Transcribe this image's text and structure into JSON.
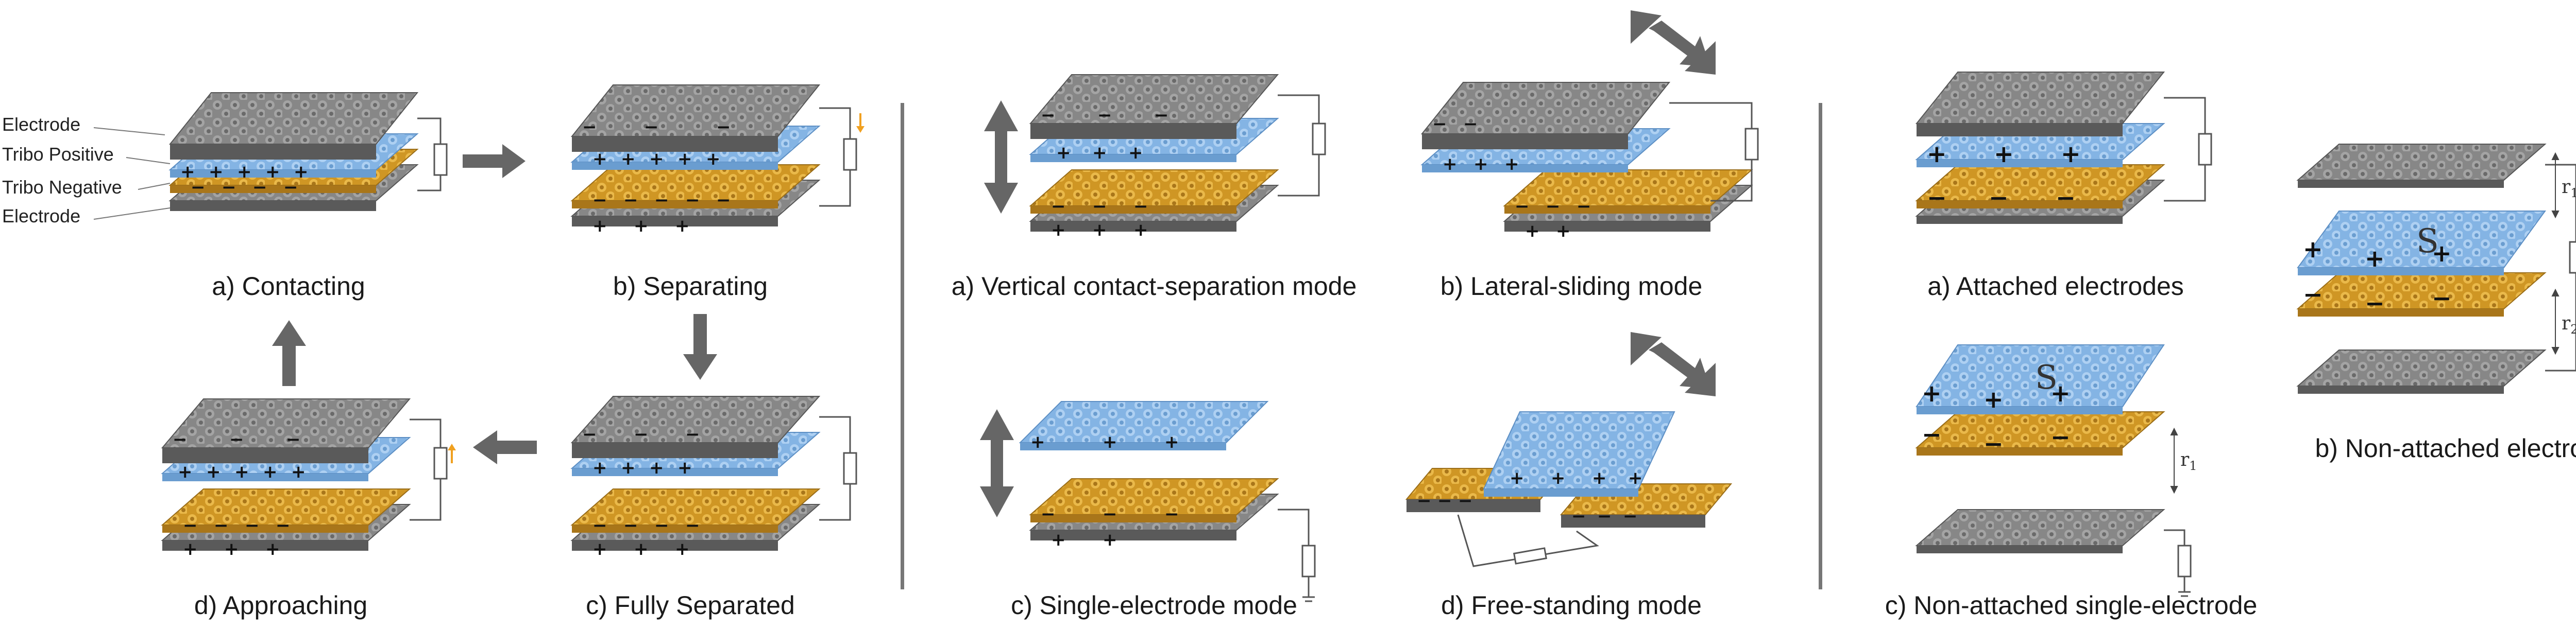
{
  "panels": {
    "cycle": {
      "layer_labels": [
        "Electrode",
        "Tribo Positive",
        "Tribo Negative",
        "Electrode"
      ],
      "a": "a) Contacting",
      "b": "b) Separating",
      "c": "c) Fully Separated",
      "d": "d) Approaching"
    },
    "modes": {
      "a": "a) Vertical contact-separation mode",
      "b": "b) Lateral-sliding mode",
      "c": "c) Single-electrode mode",
      "d": "d) Free-standing mode"
    },
    "electrodes": {
      "a": "a) Attached electrodes",
      "b": "b) Non-attached electrodes",
      "c": "c) Non-attached single-electrode",
      "surface_label": "S",
      "distance_1": "r",
      "distance_1_sub": "1",
      "distance_2": "r",
      "distance_2_sub": "2"
    }
  },
  "colors": {
    "electrode": "#8a8a8a",
    "electrode_dark": "#5a5a5a",
    "tribo_positive": "#8ebbe8",
    "tribo_negative": "#d9a22a",
    "arrow": "#666666",
    "divider": "#777777",
    "current_arrow": "#f0a020"
  },
  "signs": {
    "plus": "+",
    "minus": "−"
  }
}
